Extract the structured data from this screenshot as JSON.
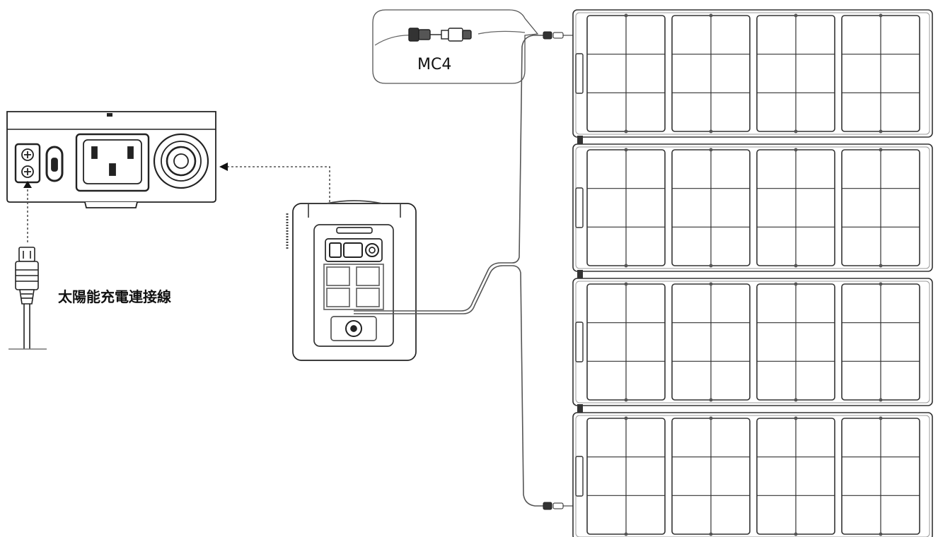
{
  "labels": {
    "mc4": "MC4",
    "cable": "太陽能充電連接線"
  },
  "panels": {
    "count": 4,
    "sections_per_panel": 4,
    "cells_per_section": 6
  },
  "colors": {
    "line": "#333333",
    "panel_fill": "#ffffff",
    "background": "#ffffff"
  }
}
